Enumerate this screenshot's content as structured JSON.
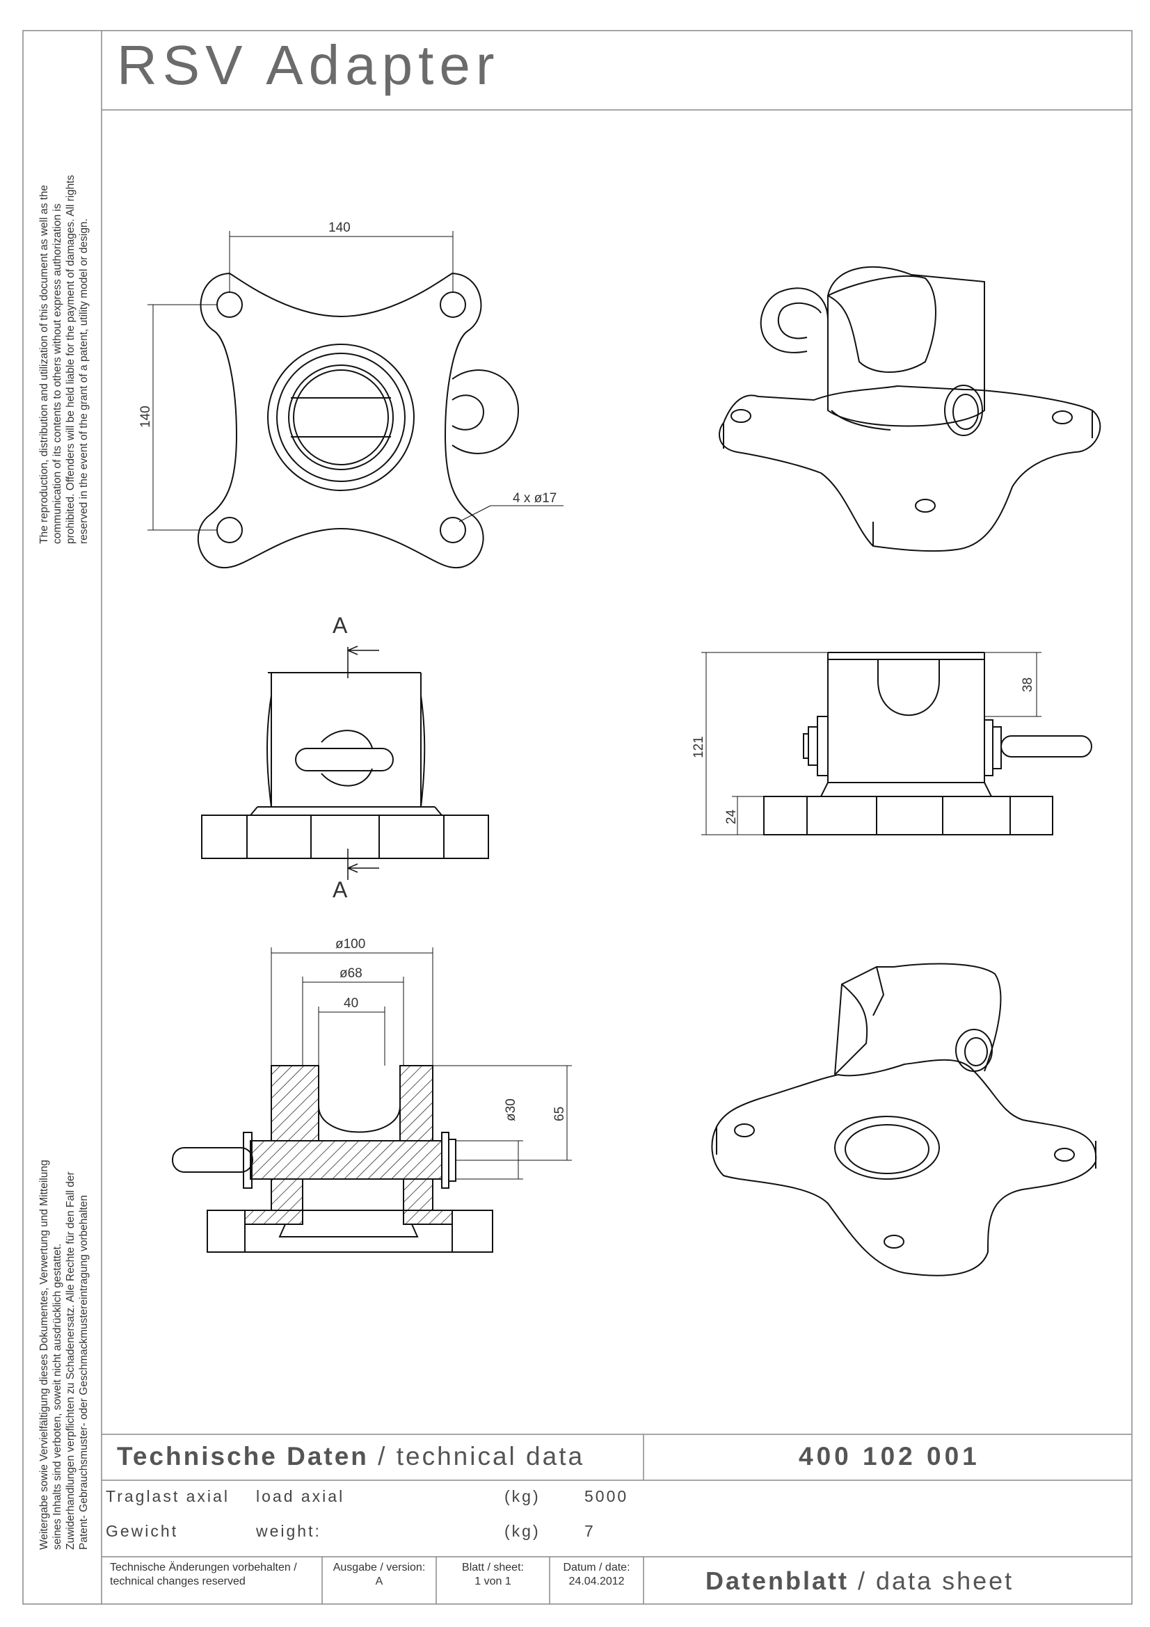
{
  "title": "RSV Adapter",
  "notice_en": [
    "The reproduction, distribution and utilization of this document as well as the",
    "communication of its contents to others without express authorization is",
    "prohibited. Offenders will be held liable for the payment of damages. All rights",
    "reserved in the event of the grant of a patent, utility model or design."
  ],
  "notice_de": [
    "Weitergabe sowie Vervielfältigung dieses Dokumentes, Verwertung und Mitteilung",
    "seines Inhalts sind verboten, soweit nicht ausdrücklich gestattet.",
    "Zuwiderhandlungen verpflichten zu Schadenersatz. Alle Rechte für den Fall der",
    "Patent- Gebrauchsmuster- oder Geschmackmustereintragung vorbehalten"
  ],
  "dimensions": {
    "top_width": "140",
    "top_height": "140",
    "holes": "4 x ø17",
    "side_height": "121",
    "side_slot": "38",
    "side_base": "24",
    "sec_outer": "ø100",
    "sec_inner": "ø68",
    "sec_slot": "40",
    "sec_pin": "ø30",
    "sec_height": "65"
  },
  "section_marker": "A",
  "tech_header_bold": "Technische Daten",
  "tech_header_rest": " / technical data",
  "part_number": "400 102 001",
  "rows": [
    {
      "de": "Traglast axial",
      "en": "load axial",
      "unit": "(kg)",
      "value": "5000"
    },
    {
      "de": "Gewicht",
      "en": "weight:",
      "unit": "(kg)",
      "value": "7"
    }
  ],
  "footer": {
    "changes_de": "Technische Änderungen vorbehalten /",
    "changes_en": "technical changes reserved",
    "version_label": "Ausgabe / version:",
    "version_value": "A",
    "sheet_label": "Blatt / sheet:",
    "sheet_value": "1 von 1",
    "date_label": "Datum / date:",
    "date_value": "24.04.2012",
    "sheet_title_bold": "Datenblatt",
    "sheet_title_rest": " / data sheet"
  }
}
